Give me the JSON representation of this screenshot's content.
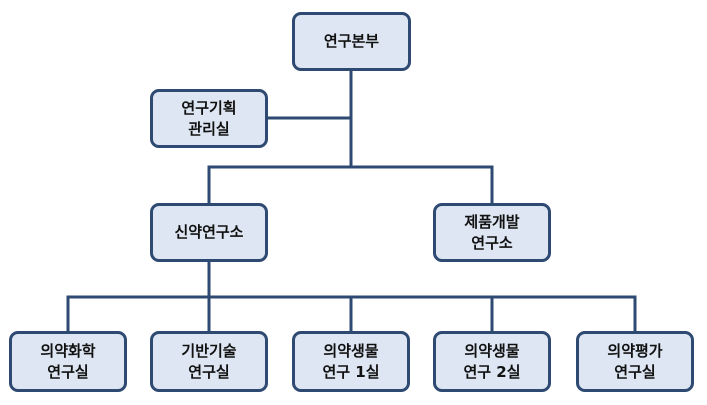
{
  "colors": {
    "box_fill": "#dde6f2",
    "box_border": "#2e4a72",
    "connector": "#2e4a72"
  },
  "nodes": {
    "root": "연구본부",
    "planning": "연구기획\n관리실",
    "new_drug": "신약연구소",
    "product_dev": "제품개발\n연구소",
    "med_chem": "의약화학\n연구실",
    "base_tech": "기반기술\n연구실",
    "bio1": "의약생물\n연구 1실",
    "bio2": "의약생물\n연구 2실",
    "eval": "의약평가\n연구실"
  }
}
